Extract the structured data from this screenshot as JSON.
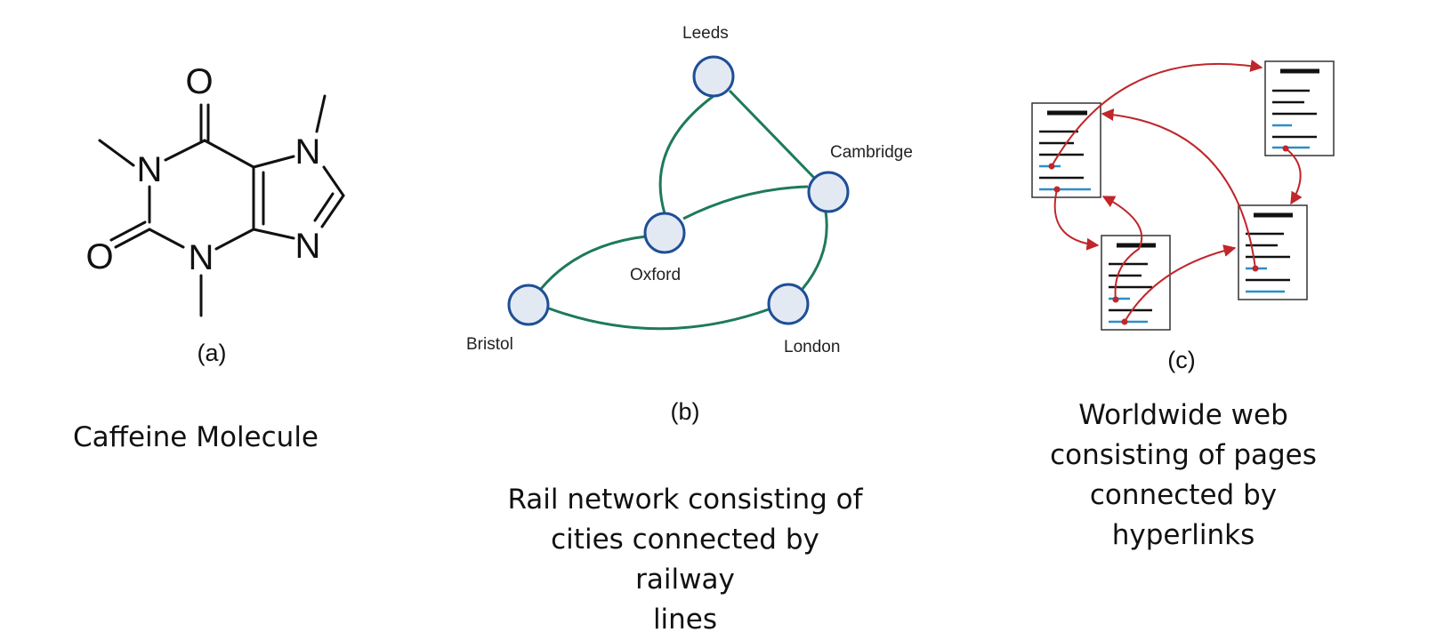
{
  "panels": {
    "a": {
      "sublabel": "(a)",
      "caption": "Caffeine Molecule",
      "atoms": {
        "o_top": "O",
        "o_left": "O",
        "n1": "N",
        "n3": "N",
        "n7": "N",
        "n9": "N"
      }
    },
    "b": {
      "sublabel": "(b)",
      "caption": "Rail network consisting of cities connected by railway lines",
      "caption_lines": [
        "Rail network consisting of",
        "cities connected by railway",
        "lines"
      ],
      "cities": [
        "Leeds",
        "Cambridge",
        "Oxford",
        "Bristol",
        "London"
      ],
      "lines": [
        [
          "Leeds",
          "Cambridge"
        ],
        [
          "Leeds",
          "Oxford"
        ],
        [
          "Oxford",
          "Cambridge"
        ],
        [
          "Oxford",
          "Bristol"
        ],
        [
          "Bristol",
          "London"
        ],
        [
          "London",
          "Cambridge"
        ]
      ],
      "colors": {
        "node_fill": "#e3e9f3",
        "node_stroke": "#1e4f96",
        "edge": "#1d7a5a"
      }
    },
    "c": {
      "sublabel": "(c)",
      "caption": "Worldwide web consisting of pages connected by hyperlinks",
      "caption_lines": [
        "Worldwide web",
        "consisting of pages",
        "connected by hyperlinks"
      ],
      "colors": {
        "link": "#c0262a",
        "text_line": "#111111",
        "hyperlink_line": "#2a8fc8"
      }
    }
  }
}
